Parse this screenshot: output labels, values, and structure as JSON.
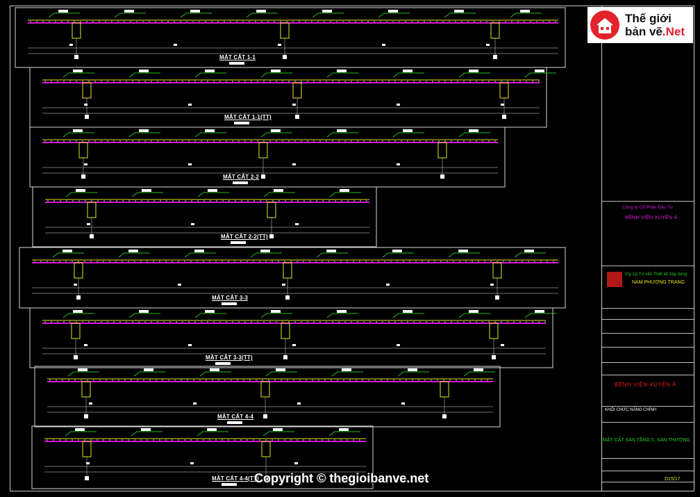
{
  "sheet": {
    "sections": [
      {
        "label": "MẶT CẮT 1-1"
      },
      {
        "label": "MẶT CẮT 1-1(TT)"
      },
      {
        "label": "MẶT CẮT 2-2"
      },
      {
        "label": "MẶT CẮT 2-2(TT)"
      },
      {
        "label": "MẶT CẮT 3-3"
      },
      {
        "label": "MẶT CẮT 3-3(TT)"
      },
      {
        "label": "MẶT CẮT 4-4"
      },
      {
        "label": "MẶT CẮT 4-4(TT)"
      }
    ]
  },
  "logo": {
    "line1": "Thế giới",
    "line2_a": "bản vẽ",
    "line2_b": ".Net"
  },
  "title_block": {
    "owner_company": "Công ty Cổ Phần Đầu Tư",
    "owner_project": "BỆNH VIỆN XUYÊN Á",
    "design_company": "Cty Cp Tư vấn Thiết kế Xây dựng",
    "design_company_name": "NAM PHƯƠNG TRANG",
    "project_name": "BỆNH VIỆN XUYÊN Á",
    "block_name": "KHỐI CHỨC NĂNG CHÍNH",
    "drawing_title": "MẶT CẮT SÀN TẦNG 5, SÀN THƯỜNG",
    "drawing_number": "D15/17"
  },
  "watermark": {
    "text": "Copyright © thegioibanve.net"
  },
  "colors": {
    "beam_main": "#d818d8",
    "beam_top": "#e8e820",
    "column": "#e8e820",
    "rebar_green": "#22c022",
    "dimension": "#e0e0e0",
    "title_red": "#e02020",
    "title_magenta": "#d818d8",
    "title_green": "#20d020",
    "title_yellow": "#e8e820"
  }
}
